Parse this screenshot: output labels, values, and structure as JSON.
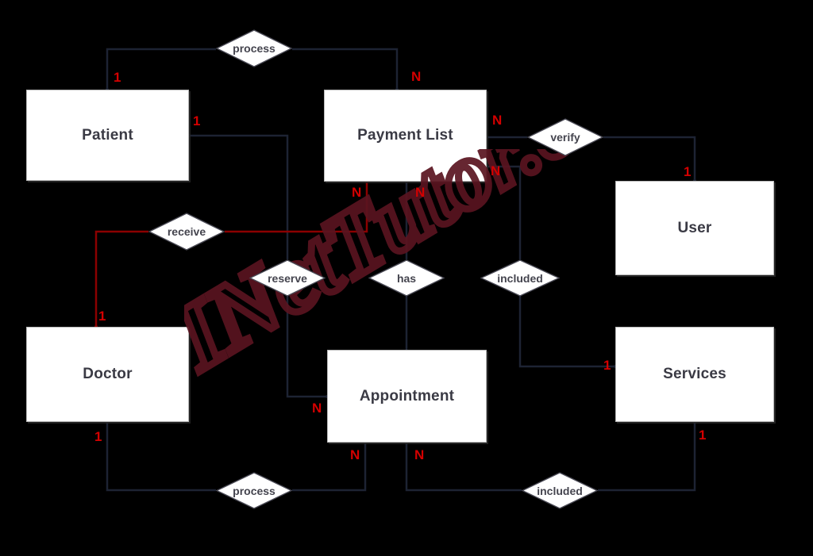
{
  "diagram": {
    "title": "ER Diagram",
    "background_color": "#000000",
    "entity_fill": "#ffffff",
    "entity_text_color": "#3a3a44",
    "cardinality_color": "#d40000",
    "line_color": "#1d2333",
    "highlight_line_color": "#8b0000",
    "watermark_text": "INetTutor.com",
    "watermark_color": "#5a1420"
  },
  "entities": [
    {
      "id": "patient",
      "label": "Patient"
    },
    {
      "id": "payment_list",
      "label": "Payment List"
    },
    {
      "id": "user",
      "label": "User"
    },
    {
      "id": "doctor",
      "label": "Doctor"
    },
    {
      "id": "appointment",
      "label": "Appointment"
    },
    {
      "id": "services",
      "label": "Services"
    }
  ],
  "relationships": [
    {
      "id": "process_top",
      "label": "process",
      "from": "patient",
      "to": "payment_list"
    },
    {
      "id": "verify",
      "label": "verify",
      "from": "payment_list",
      "to": "user"
    },
    {
      "id": "receive",
      "label": "receive",
      "from": "doctor",
      "to": "payment_list"
    },
    {
      "id": "reserve",
      "label": "reserve",
      "from": "patient",
      "to": "appointment"
    },
    {
      "id": "has",
      "label": "has",
      "from": "payment_list",
      "to": "appointment"
    },
    {
      "id": "included",
      "label": "included",
      "from": "payment_list",
      "to": "services"
    },
    {
      "id": "process_bottom",
      "label": "process",
      "from": "doctor",
      "to": "appointment"
    },
    {
      "id": "included_bottom",
      "label": "included",
      "from": "appointment",
      "to": "services"
    }
  ],
  "cardinalities": [
    {
      "id": "c1",
      "value": "1",
      "near": "patient-top"
    },
    {
      "id": "c2",
      "value": "N",
      "near": "payment-list-top"
    },
    {
      "id": "c3",
      "value": "1",
      "near": "patient-right"
    },
    {
      "id": "c4",
      "value": "N",
      "near": "payment-list-right-verify"
    },
    {
      "id": "c5",
      "value": "1",
      "near": "user-top"
    },
    {
      "id": "c6",
      "value": "N",
      "near": "payment-list-right-lower"
    },
    {
      "id": "c7",
      "value": "N",
      "near": "payment-list-bottom-left"
    },
    {
      "id": "c8",
      "value": "N",
      "near": "payment-list-bottom-center"
    },
    {
      "id": "c9",
      "value": "1",
      "near": "doctor-top"
    },
    {
      "id": "c10",
      "value": "N",
      "near": "appointment-left"
    },
    {
      "id": "c11",
      "value": "1",
      "near": "services-left"
    },
    {
      "id": "c12",
      "value": "1",
      "near": "doctor-bottom"
    },
    {
      "id": "c13",
      "value": "N",
      "near": "appointment-bottom-left"
    },
    {
      "id": "c14",
      "value": "N",
      "near": "appointment-bottom-center"
    },
    {
      "id": "c15",
      "value": "1",
      "near": "services-bottom"
    }
  ]
}
